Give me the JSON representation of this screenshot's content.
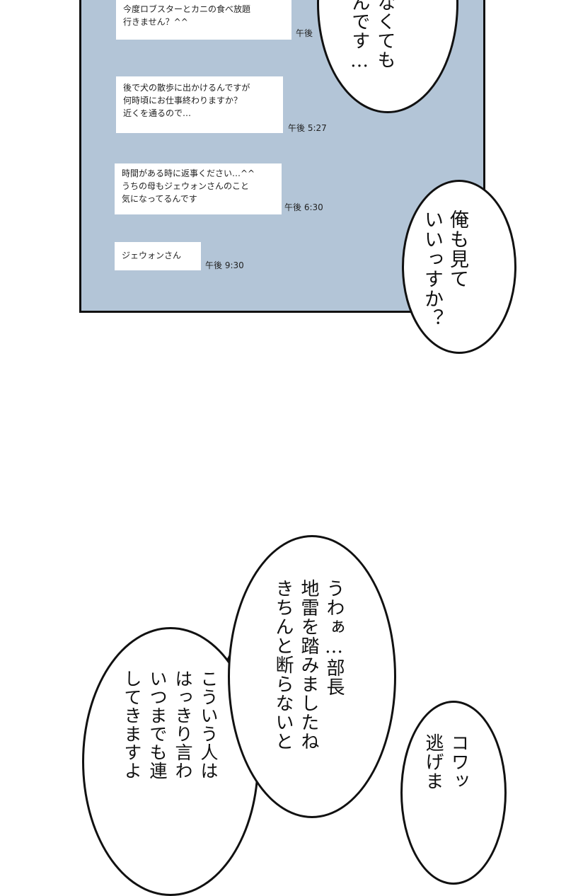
{
  "chat_panel": {
    "background_color": "#b3c5d7",
    "messages": [
      {
        "text": "今度ロブスターとカニの食べ放題\n行きません？^^",
        "time": "午後"
      },
      {
        "text": "後で犬の散歩に出かけるんですが\n何時頃にお仕事終わりますか？\n近くを通るので…",
        "time": "午後 5:27"
      },
      {
        "text": "時間がある時に返事ください…^^\nうちの母もジェウォンさんのこと\n気になってるんです",
        "time": "午後 6:30"
      },
      {
        "text": "ジェウォンさん",
        "time": "午後 9:30"
      }
    ]
  },
  "speech_bubbles": [
    {
      "id": "top-right",
      "text": "なくても\nんです…"
    },
    {
      "id": "right-middle",
      "text": "俺も見て\nいいっすか？"
    },
    {
      "id": "bottom-center",
      "text": "うわぁ…部長\n地雷を踏みましたね\nきちんと断らないと"
    },
    {
      "id": "bottom-left",
      "text": "こういう人は\nはっきり言わ\nいつまでも連\nしてきますよ"
    },
    {
      "id": "bottom-right",
      "text": "コワッ\n逃げま"
    }
  ]
}
